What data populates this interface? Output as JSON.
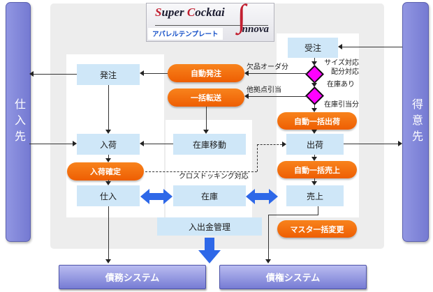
{
  "logo": {
    "word1_cap": "S",
    "word1_rest": "uper ",
    "word2_cap": "C",
    "word2_rest": "ocktai",
    "swash": "∫",
    "sub": "nnova",
    "tagline": "アパレルテンプレート"
  },
  "lanes": {
    "supplier": "仕入先",
    "customer": "得意先"
  },
  "nodes": {
    "order_received": "受注",
    "order_placed": "発注",
    "arrival": "入荷",
    "stock_move": "在庫移動",
    "shipping": "出荷",
    "purchase": "仕入",
    "stock": "在庫",
    "sales": "売上",
    "cash_mgmt": "入出金管理",
    "payable_system": "債務システム",
    "receivable_system": "債権システム"
  },
  "pills": {
    "auto_order": "自動発注",
    "batch_transfer": "一括転送",
    "auto_batch_ship": "自動一括出荷",
    "auto_batch_sales": "自動一括売上",
    "arrival_confirm": "入荷確定",
    "master_batch_change": "マスタ一括変更"
  },
  "annotations": {
    "size_support": "サイズ対応",
    "allocation_support": "配分対応",
    "in_stock": "在庫あり",
    "stock_allocated": "在庫引当分",
    "shortage_order": "欠品オーダ分",
    "other_site_allocation": "他拠点引当",
    "cross_docking": "クロスドッキング対応"
  },
  "colors": {
    "lane_purple": "#767bd4",
    "process_blue": "#cfe7f8",
    "pill_orange": "#f26c0d",
    "decision_magenta": "#ff00ff",
    "arrow_blue": "#2e68e8",
    "panel_gray": "#ededed"
  }
}
